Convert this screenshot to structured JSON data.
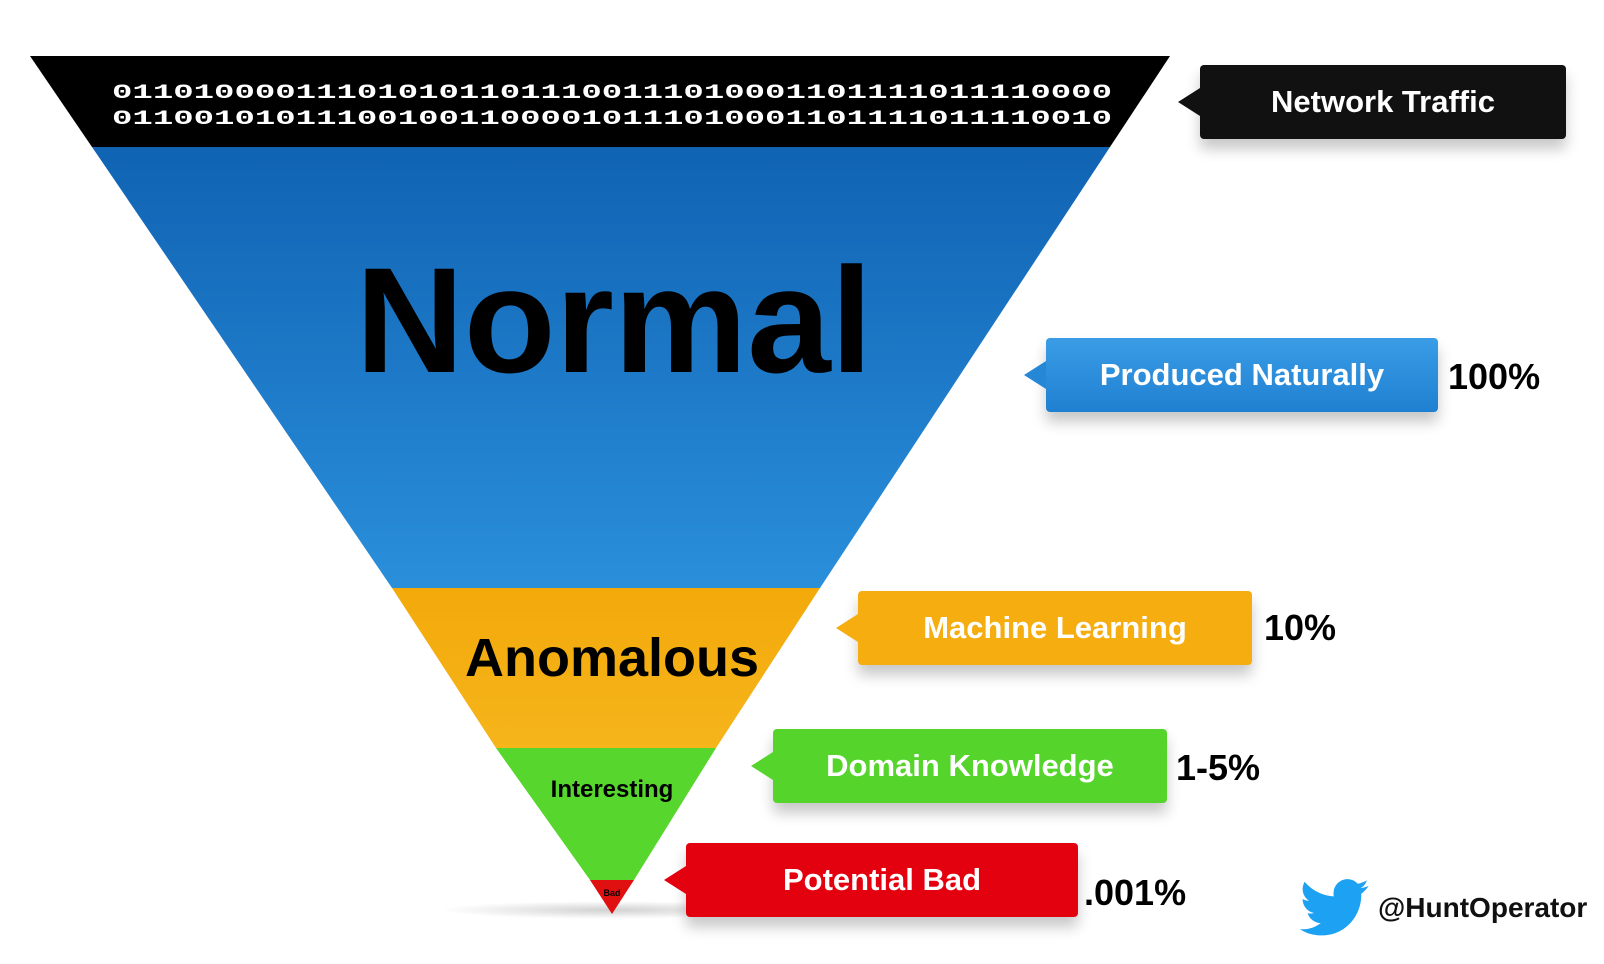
{
  "funnel": {
    "binary_line_1": "0110100001110101011011100111010001101111011110000",
    "binary_line_2": "0110010101110010011000010111010001101111011110010",
    "stages": [
      {
        "label": "Normal",
        "color": "#1f7bcc"
      },
      {
        "label": "Anomalous",
        "color": "#f4ae0c"
      },
      {
        "label": "Interesting",
        "color": "#57d62e"
      },
      {
        "label": "Bad",
        "color": "#e01010"
      }
    ]
  },
  "callouts": [
    {
      "label": "Network Traffic",
      "value": "",
      "color": "#111111"
    },
    {
      "label": "Produced Naturally",
      "value": "100%",
      "color": "#2d8fdc"
    },
    {
      "label": "Machine Learning",
      "value": "10%",
      "color": "#f5ad10"
    },
    {
      "label": "Domain Knowledge",
      "value": "1-5%",
      "color": "#55d52c"
    },
    {
      "label": "Potential Bad",
      "value": ".001%",
      "color": "#e3000f"
    }
  ],
  "footer": {
    "handle": "@HuntOperator",
    "icon": "twitter-bird-icon",
    "icon_color": "#1da1f2"
  }
}
